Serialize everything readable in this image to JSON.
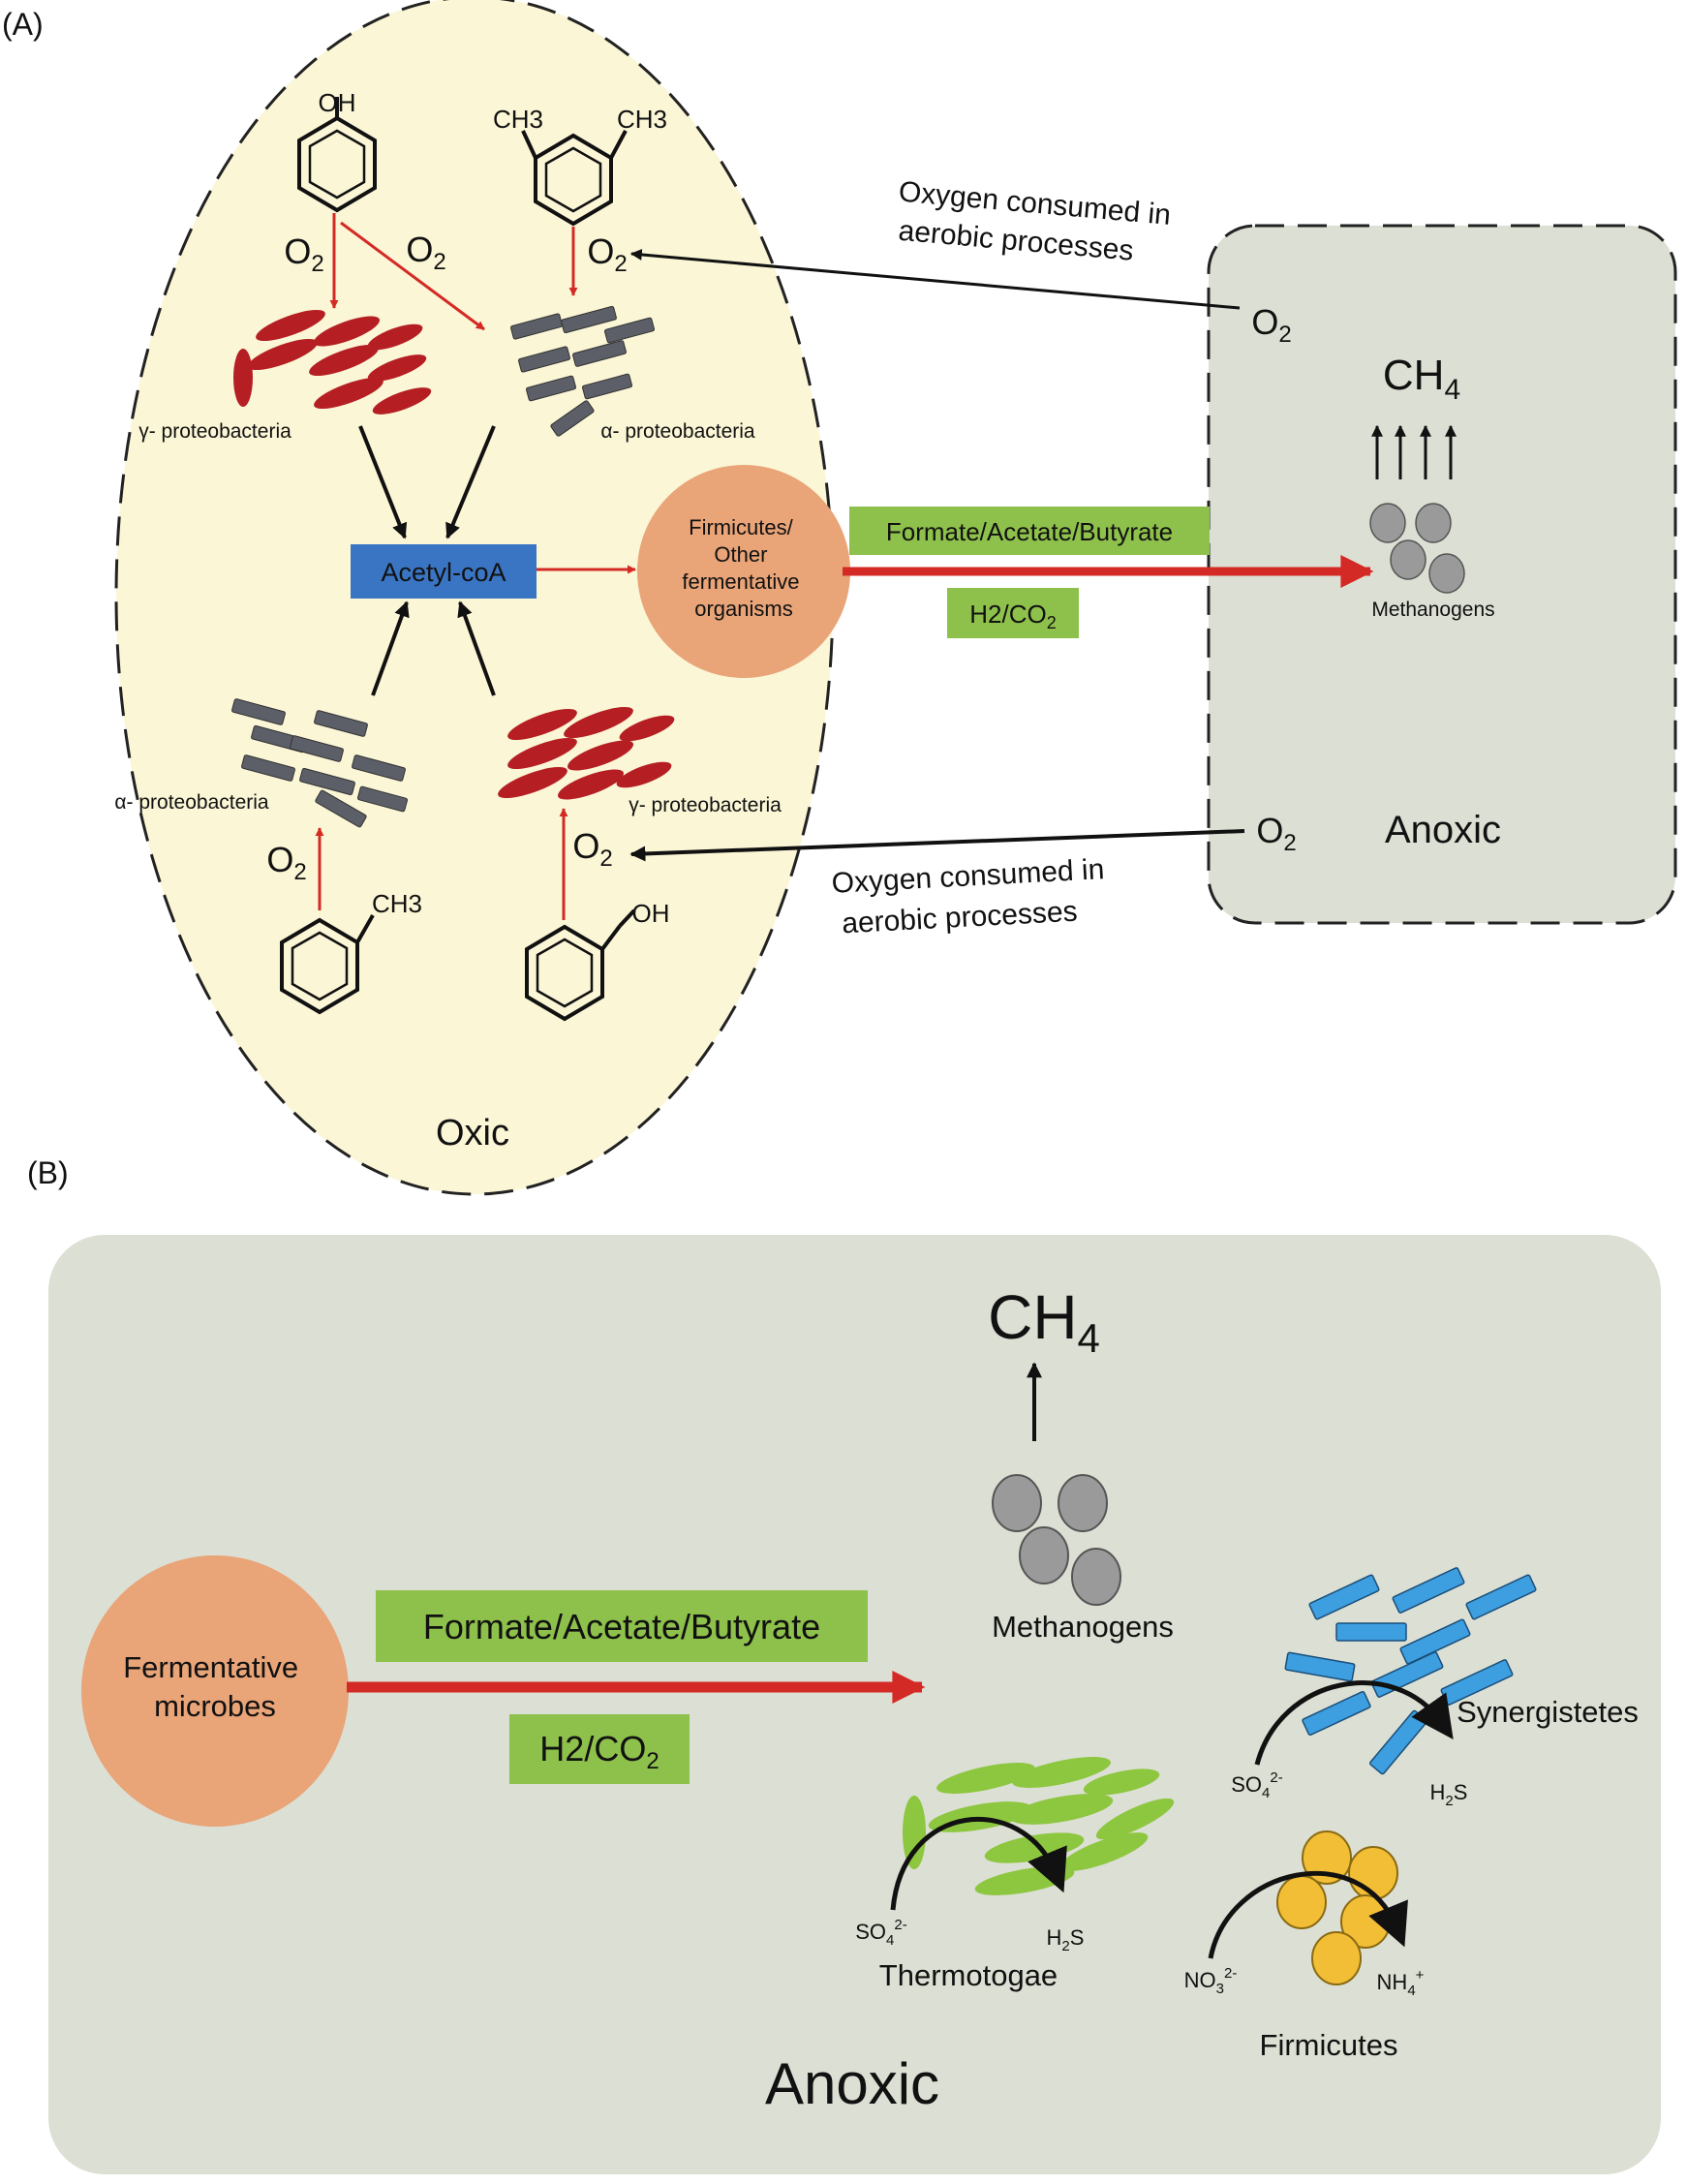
{
  "panel_a": {
    "label": "(A)",
    "oxic_label": "Oxic",
    "anoxic_label": "Anoxic",
    "oxygen_note_top": [
      "Oxygen consumed in",
      "aerobic processes"
    ],
    "oxygen_note_bottom": [
      "Oxygen consumed in",
      "aerobic processes"
    ],
    "o2": "O",
    "o2_sub": "2",
    "ch4": "CH",
    "ch4_sub": "4",
    "phenol_group": "OH",
    "xylene_group_left": "CH3",
    "xylene_group_right": "CH3",
    "toluene_group": "CH3",
    "benzyl_group": "OH",
    "gamma_proteo": "γ- proteobacteria",
    "alpha_proteo": "α- proteobacteria",
    "acetyl_coa": "Acetyl-coA",
    "firmicutes": [
      "Firmicutes/",
      "Other",
      "fermentative",
      "organisms"
    ],
    "formate_box": "Formate/Acetate/Butyrate",
    "h2co2": "H2/CO",
    "h2co2_sub": "2",
    "methanogens": "Methanogens"
  },
  "panel_b": {
    "label": "(B)",
    "anoxic_label": "Anoxic",
    "ch4": "CH",
    "ch4_sub": "4",
    "fermentative": [
      "Fermentative",
      "microbes"
    ],
    "formate_box": "Formate/Acetate/Butyrate",
    "h2co2": "H2/CO",
    "h2co2_sub": "2",
    "methanogens": "Methanogens",
    "synergistetes": "Synergistetes",
    "thermotogae": "Thermotogae",
    "firmicutes": "Firmicutes",
    "so4": "SO",
    "so4_sub": "4",
    "so4_sup": "2-",
    "h2s_h": "H",
    "h2s_sub": "2",
    "h2s_s": "S",
    "no3": "NO",
    "no3_sub": "3",
    "no3_sup": "2-",
    "nh4": "NH",
    "nh4_sub": "4",
    "nh4_sup": "+"
  },
  "colors": {
    "oxic_fill": "#fbf6d6",
    "anoxic_fill": "#dcdfd3",
    "red": "#d42a25",
    "dark_red": "#b51f24",
    "rod_gray": "#5c5e68",
    "green_box": "#8ec14b",
    "acetyl_blue": "#3a75c4",
    "orange": "#e9a478",
    "methanogen_gray": "#9a9a9a",
    "blue_rod": "#3d9ee0",
    "green_rod": "#8dc63f",
    "yellow": "#f2be36"
  }
}
